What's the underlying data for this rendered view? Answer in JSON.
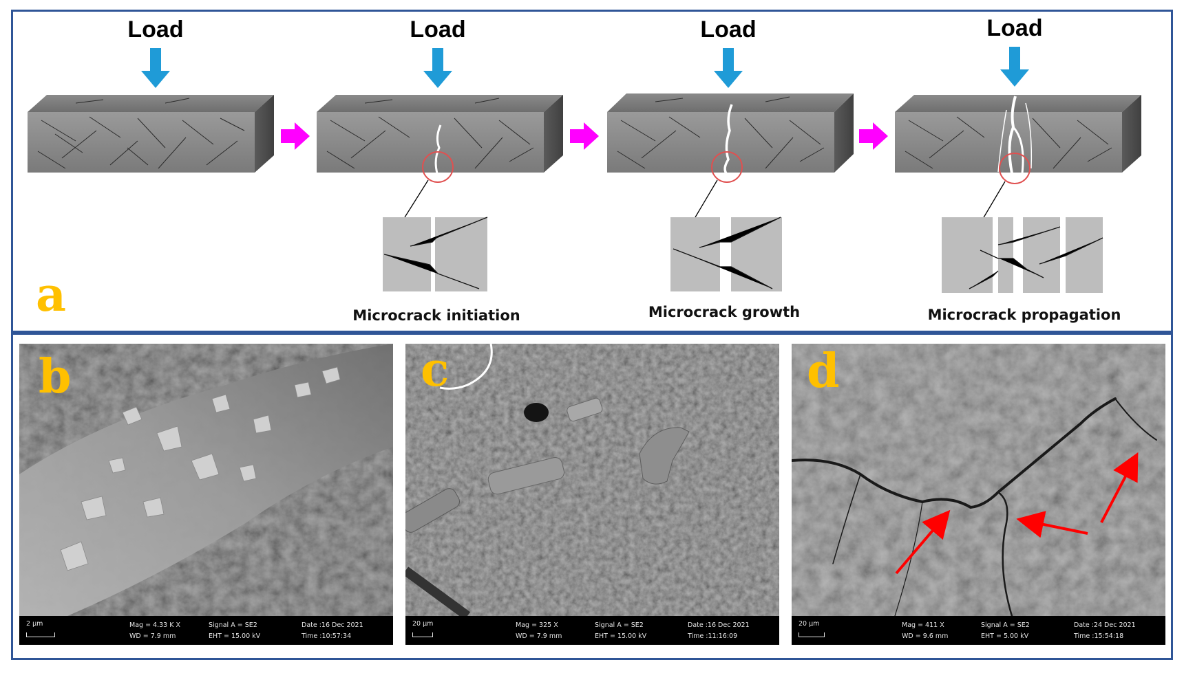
{
  "panels": {
    "a": {
      "label": "a",
      "load_text": "Load",
      "captions": {
        "initiation": "Microcrack initiation",
        "growth": "Microcrack growth",
        "propagation": "Microcrack propagation"
      }
    },
    "b": {
      "label": "b",
      "scale": "2 µm",
      "mag": "Mag =   4.33 K X",
      "wd": "WD =   7.9 mm",
      "signal": "Signal A = SE2",
      "eht": "EHT = 15.00 kV",
      "date": "Date :16 Dec 2021",
      "time": "Time :10:57:34"
    },
    "c": {
      "label": "c",
      "scale": "20 µm",
      "mag": "Mag =    325 X",
      "wd": "WD =   7.9 mm",
      "signal": "Signal A = SE2",
      "eht": "EHT = 15.00 kV",
      "date": "Date :16 Dec 2021",
      "time": "Time :11:16:09"
    },
    "d": {
      "label": "d",
      "scale": "20 µm",
      "mag": "Mag =    411 X",
      "wd": "WD =   9.6 mm",
      "signal": "Signal A = SE2",
      "eht": "EHT =  5.00 kV",
      "date": "Date :24 Dec 2021",
      "time": "Time :15:54:18"
    }
  },
  "colors": {
    "frame": "#2f5597",
    "load_arrow": "#1f9bd7",
    "step_arrow": "#ff00ff",
    "label": "#ffc000",
    "circle": "#e05050",
    "sem_arrow": "#ff0000"
  },
  "icons": {
    "load_arrow": "arrow-down-icon",
    "step_arrow": "arrow-right-icon"
  }
}
